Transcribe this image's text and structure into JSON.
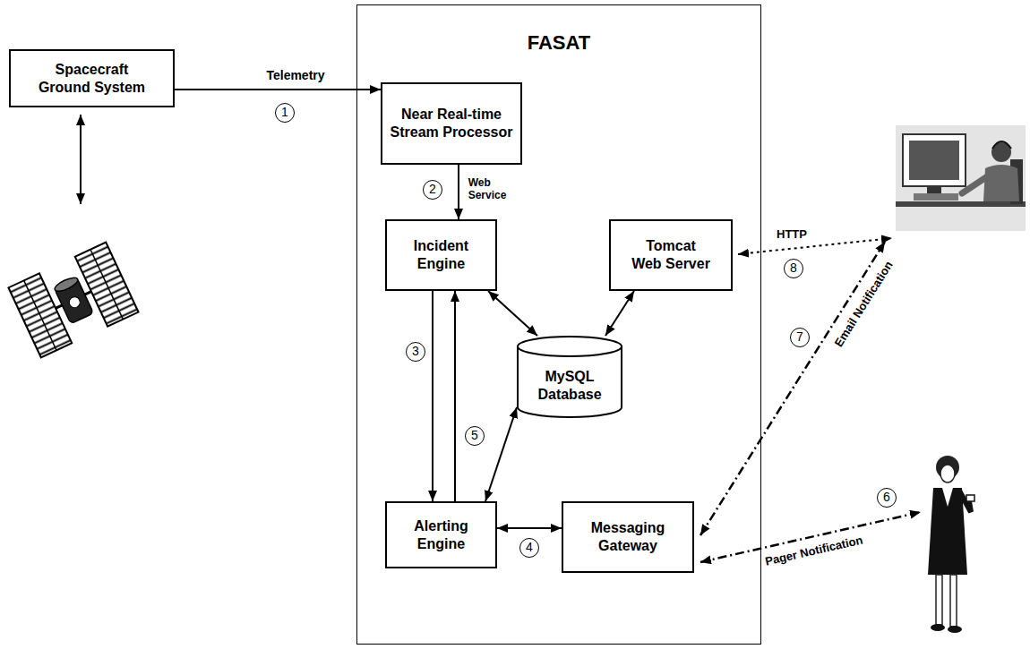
{
  "diagram": {
    "nodes": [
      {
        "text": [
          "Spacecraft Ground System"
        ]
      },
      {
        "text": [
          "FASAT"
        ]
      },
      {
        "text": [
          "Near Real-time Stream Processor"
        ],
        "in": 1
      },
      {
        "text": [
          "Incident Engine"
        ],
        "in": 1
      },
      {
        "text": [
          "Tomcat Web Server"
        ],
        "in": 1
      },
      {
        "text": [
          "MySQL Database"
        ],
        "in": 1
      },
      {
        "text": [
          "Alerting Engine"
        ],
        "in": 1
      },
      {
        "text": [
          "Messaging Gateway"
        ],
        "in": 1
      }
    ],
    "edges": [
      {
        "from": 0,
        "to": 2,
        "arrow": "to",
        "label": "Telemetry"
      },
      {
        "from": 2,
        "to": 3,
        "arrow": "to",
        "label": "Web Service"
      },
      {
        "from": 3,
        "to": 6,
        "arrow": "to"
      },
      {
        "from": 6,
        "to": 3,
        "arrow": "to"
      },
      {
        "from": 3,
        "to": 5,
        "arrow": "both"
      },
      {
        "from": 4,
        "to": 5,
        "arrow": "both"
      },
      {
        "from": 6,
        "to": 5,
        "arrow": "both"
      },
      {
        "from": 6,
        "to": 7,
        "arrow": "both"
      }
    ],
    "labels": [
      "1",
      "2",
      "3",
      "4",
      "5",
      "6",
      "7",
      "8",
      "HTTP",
      "Email Notification",
      "Pager Notification"
    ]
  }
}
